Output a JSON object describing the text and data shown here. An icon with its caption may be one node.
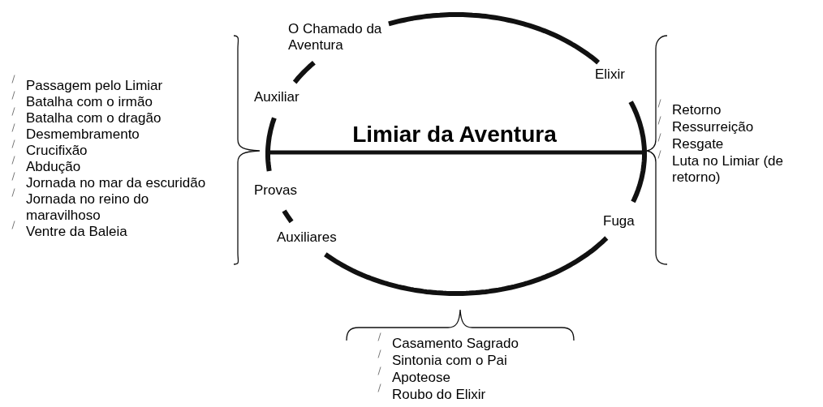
{
  "diagram": {
    "labels": [
      "O Chamado da Aventura",
      "Passagem pelo Limiar",
      "Batalha com o irmão",
      "Batalha com o dragão",
      "Desmembramento",
      "Crucifixão",
      "Abdução",
      "Jornada no mar da escuridão",
      "Jornada no reino do maravilhoso",
      "Ventre da Baleia",
      "Auxiliar",
      "Elixir",
      "Retorno",
      "Ressurreição",
      "Resgate",
      "Luta no Limiar (de retorno)",
      "Limiar da Aventura",
      "Provas",
      "Fuga",
      "Auxiliares",
      "Casamento Sagrado",
      "Sintonia com o Pai",
      "Apoteose",
      "Roubo do Elixir"
    ]
  }
}
